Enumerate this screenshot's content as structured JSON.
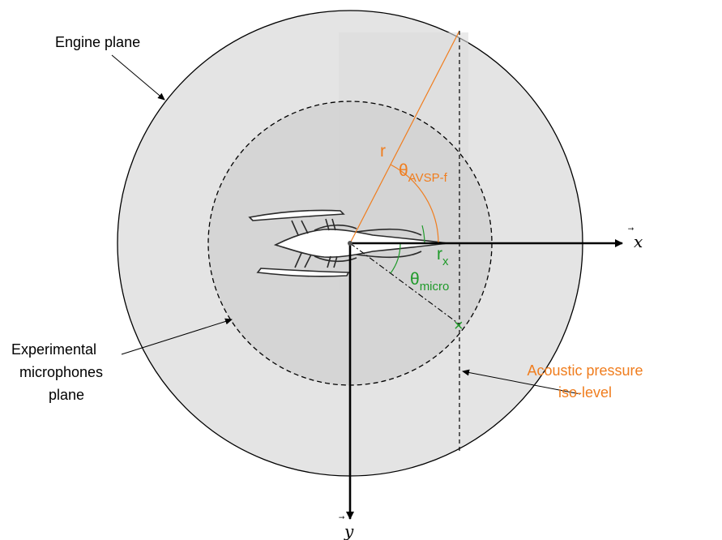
{
  "labels": {
    "engine_plane": "Engine plane",
    "experimental_1": "Experimental",
    "experimental_2": "microphones",
    "experimental_3": "plane",
    "acoustic_1": "Acoustic pressure",
    "acoustic_2": "iso-level"
  },
  "symbols": {
    "r": "r",
    "theta": "θ",
    "theta_avsp_sub": "AVSP-f",
    "r_x": "r",
    "r_x_sub": "x",
    "theta_micro_sub": "micro",
    "x_axis": "x",
    "x_arrow": "⃗",
    "y_axis": "y",
    "y_arrow": "⃗",
    "mic_marker": "×"
  },
  "colors": {
    "orange": "#f07d1e",
    "green": "#1f9a2a",
    "outer_fill": "#e4e4e4",
    "inner_fill": "#d2d2d2"
  }
}
